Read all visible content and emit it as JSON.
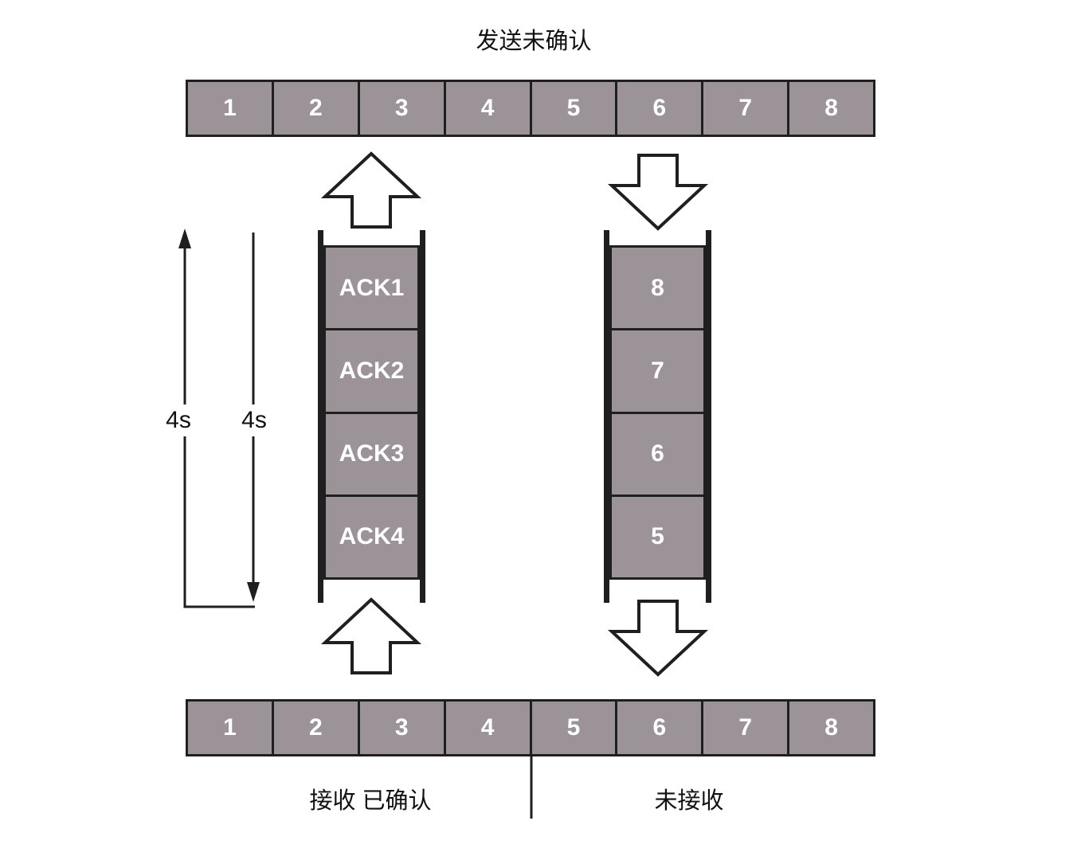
{
  "title": "发送未确认",
  "sender_window": {
    "cells": [
      "1",
      "2",
      "3",
      "4",
      "5",
      "6",
      "7",
      "8"
    ]
  },
  "ack_channel": {
    "cells": [
      "ACK1",
      "ACK2",
      "ACK3",
      "ACK4"
    ]
  },
  "data_channel": {
    "cells": [
      "8",
      "7",
      "6",
      "5"
    ]
  },
  "timers": {
    "left": "4s",
    "right": "4s"
  },
  "receiver_window": {
    "cells": [
      "1",
      "2",
      "3",
      "4",
      "5",
      "6",
      "7",
      "8"
    ]
  },
  "receiver_labels": {
    "received": "接收 已确认",
    "not_received": "未接收"
  },
  "colors": {
    "cell_fill": "#9c9399",
    "line": "#1f1f1f",
    "background": "#ffffff",
    "cell_text": "#ffffff"
  }
}
